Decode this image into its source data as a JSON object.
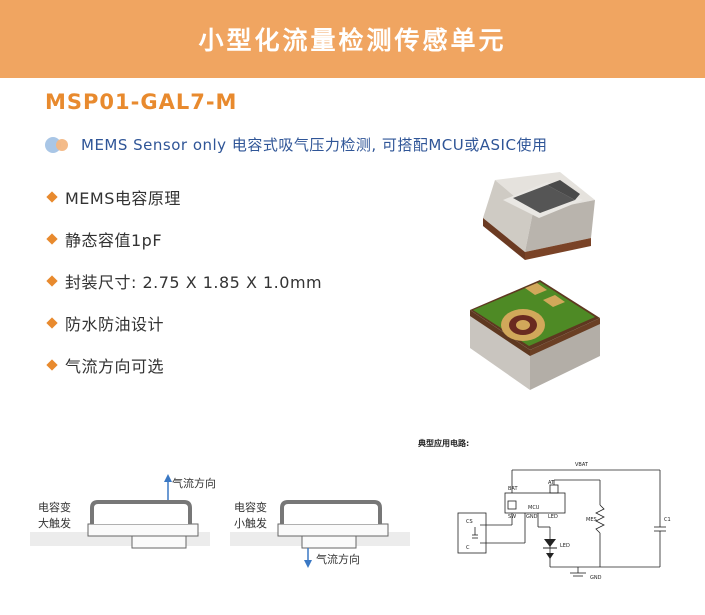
{
  "banner": {
    "title": "小型化流量检测传感单元"
  },
  "model": "MSP01-GAL7-M",
  "description": "MEMS Sensor only 电容式吸气压力检测, 可搭配MCU或ASIC使用",
  "features": [
    "MEMS电容原理",
    "静态容值1pF",
    "封装尺寸: 2.75 X 1.85 X 1.0mm",
    "防水防油设计",
    "气流方向可选"
  ],
  "diagram_left": {
    "sensor_label_1": "电容变",
    "sensor_label_2": "大触发",
    "airflow_label": "气流方向"
  },
  "diagram_right": {
    "sensor_label_1": "电容变",
    "sensor_label_2": "小触发",
    "airflow_label": "气流方向"
  },
  "circuit": {
    "title": "典型应用电路:",
    "vbat": "VBAT",
    "bat": "BAT",
    "at": "AT",
    "sw": "SW",
    "mcu": "MCU",
    "gnd_pin": "GND",
    "led_pin": "LED",
    "led": "LED",
    "mes": "MES",
    "c1": "C1",
    "cs1": "CS",
    "cs2": "C",
    "gnd": "GND"
  },
  "colors": {
    "banner": "#f0a561",
    "accent": "#e88a2e",
    "description": "#2f5597"
  }
}
